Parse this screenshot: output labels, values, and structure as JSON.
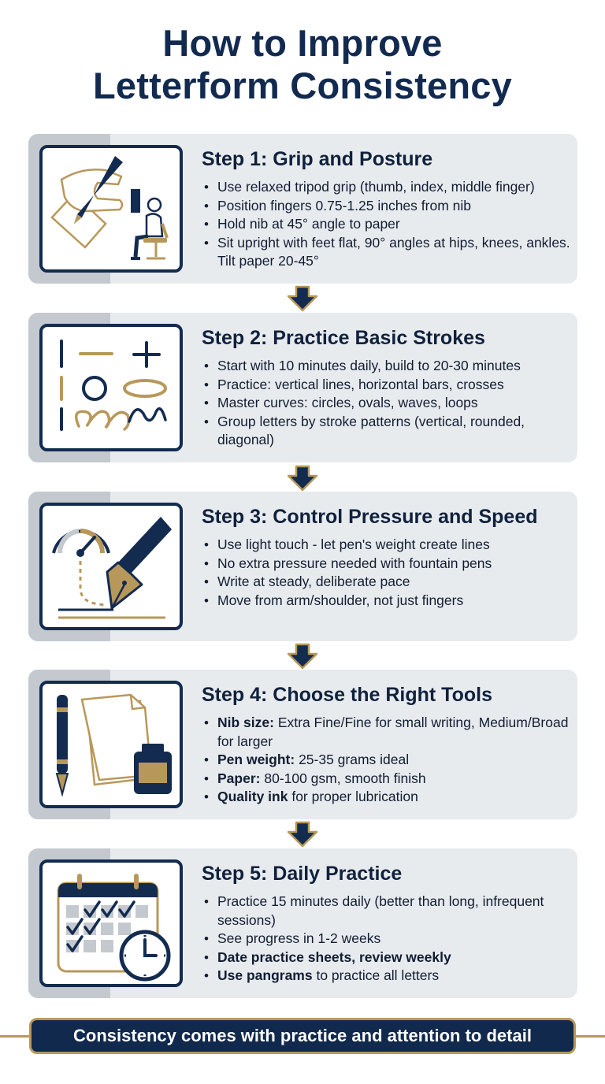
{
  "title": {
    "line1": "How to Improve",
    "line2": "Letterform Consistency"
  },
  "colors": {
    "navy": "#132b4f",
    "gold": "#b8985a",
    "card_bg": "#e8ebee",
    "card_stripe": "#c4c9cf"
  },
  "steps": [
    {
      "title": "Step 1: Grip and Posture",
      "icon": "hand-pen-posture-icon",
      "bullets": [
        {
          "text": "Use relaxed tripod grip (thumb, index, middle finger)"
        },
        {
          "text": "Position fingers 0.75-1.25 inches from nib"
        },
        {
          "text": "Hold nib at 45° angle to paper"
        },
        {
          "text": "Sit upright with feet flat, 90° angles at hips, knees, ankles. Tilt paper 20-45°"
        }
      ]
    },
    {
      "title": "Step 2: Practice Basic Strokes",
      "icon": "basic-strokes-icon",
      "bullets": [
        {
          "text": "Start with 10 minutes daily, build to 20-30 minutes"
        },
        {
          "text": "Practice: vertical lines, horizontal bars, crosses"
        },
        {
          "text": "Master curves: circles, ovals, waves, loops"
        },
        {
          "text": "Group letters by stroke patterns (vertical, rounded, diagonal)"
        }
      ]
    },
    {
      "title": "Step 3: Control Pressure and Speed",
      "icon": "gauge-fountain-pen-icon",
      "bullets": [
        {
          "text": "Use light touch - let pen's weight create lines"
        },
        {
          "text": "No extra pressure needed with fountain pens"
        },
        {
          "text": "Write at steady, deliberate pace"
        },
        {
          "text": "Move from arm/shoulder, not just fingers"
        }
      ]
    },
    {
      "title": "Step 4: Choose the Right Tools",
      "icon": "pen-paper-ink-icon",
      "bullets": [
        {
          "bold": "Nib size:",
          "text": " Extra Fine/Fine for small writing, Medium/Broad for larger"
        },
        {
          "bold": "Pen weight:",
          "text": " 25-35 grams ideal"
        },
        {
          "bold": "Paper:",
          "text": " 80-100 gsm, smooth finish"
        },
        {
          "bold": "Quality ink",
          "text": " for proper lubrication"
        }
      ]
    },
    {
      "title": "Step 5: Daily Practice",
      "icon": "calendar-clock-icon",
      "bullets": [
        {
          "text": "Practice 15 minutes daily (better than long, infrequent sessions)"
        },
        {
          "text": "See progress in 1-2 weeks"
        },
        {
          "bold": "Date practice sheets, review weekly",
          "text": ""
        },
        {
          "bold": "Use pangrams",
          "text": " to practice all letters"
        }
      ]
    }
  ],
  "footer": {
    "text": "Consistency comes with practice and attention to detail"
  }
}
